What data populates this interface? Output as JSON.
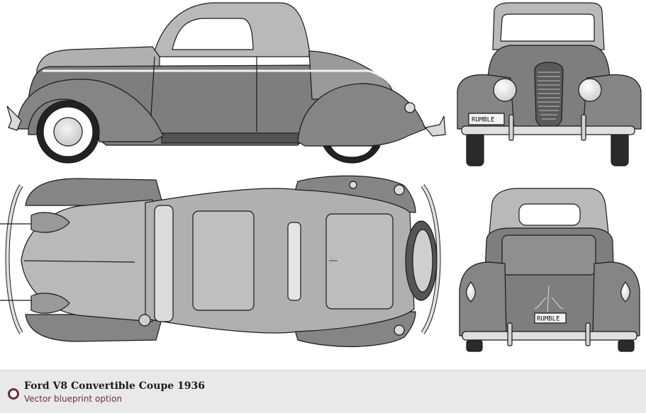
{
  "caption": {
    "title": "Ford V8 Convertible Coupe 1936",
    "subtitle": "Vector blueprint option"
  },
  "license_plate": {
    "front": "RUMBLE",
    "rear": "RUMBLE"
  },
  "colors": {
    "body": "#7e7e7e",
    "roof": "#b9b9b9",
    "outline": "#1a1a1a",
    "accent": "#6e2a48",
    "caption_bg": "#e9e9e9"
  }
}
